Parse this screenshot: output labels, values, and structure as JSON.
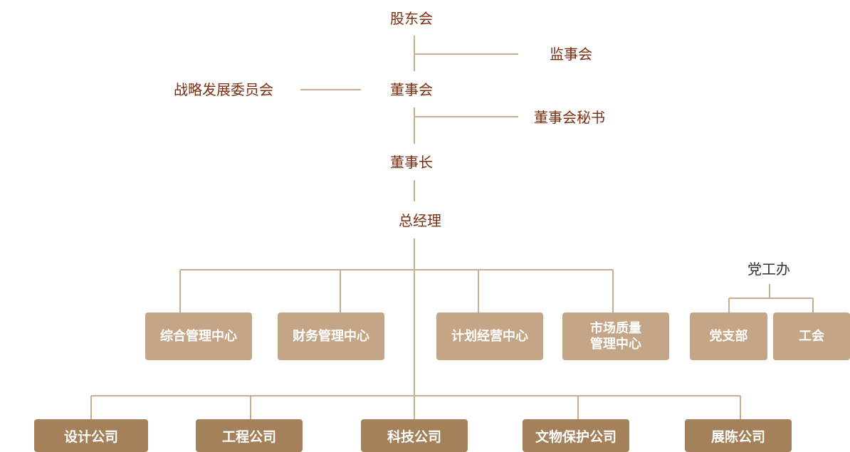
{
  "colors": {
    "line": "#c8ad90",
    "label_text": "#7a2e12",
    "dept_box": "#c4a585",
    "company_box": "#a4805b",
    "box_text": "#ffffff"
  },
  "top_chain": {
    "shareholders": "股东会",
    "supervisors": "监事会",
    "strategy_committee": "战略发展委员会",
    "board": "董事会",
    "board_secretary": "董事会秘书",
    "chairman": "董事长",
    "general_manager": "总经理"
  },
  "party": {
    "office": "党工办",
    "branch": "党支部",
    "union": "工会"
  },
  "centers": [
    {
      "line1": "综合管理中心",
      "line2": ""
    },
    {
      "line1": "财务管理中心",
      "line2": ""
    },
    {
      "line1": "计划经营中心",
      "line2": ""
    },
    {
      "line1": "市场质量",
      "line2": "管理中心"
    }
  ],
  "companies": [
    "设计公司",
    "工程公司",
    "科技公司",
    "文物保护公司",
    "展陈公司"
  ]
}
